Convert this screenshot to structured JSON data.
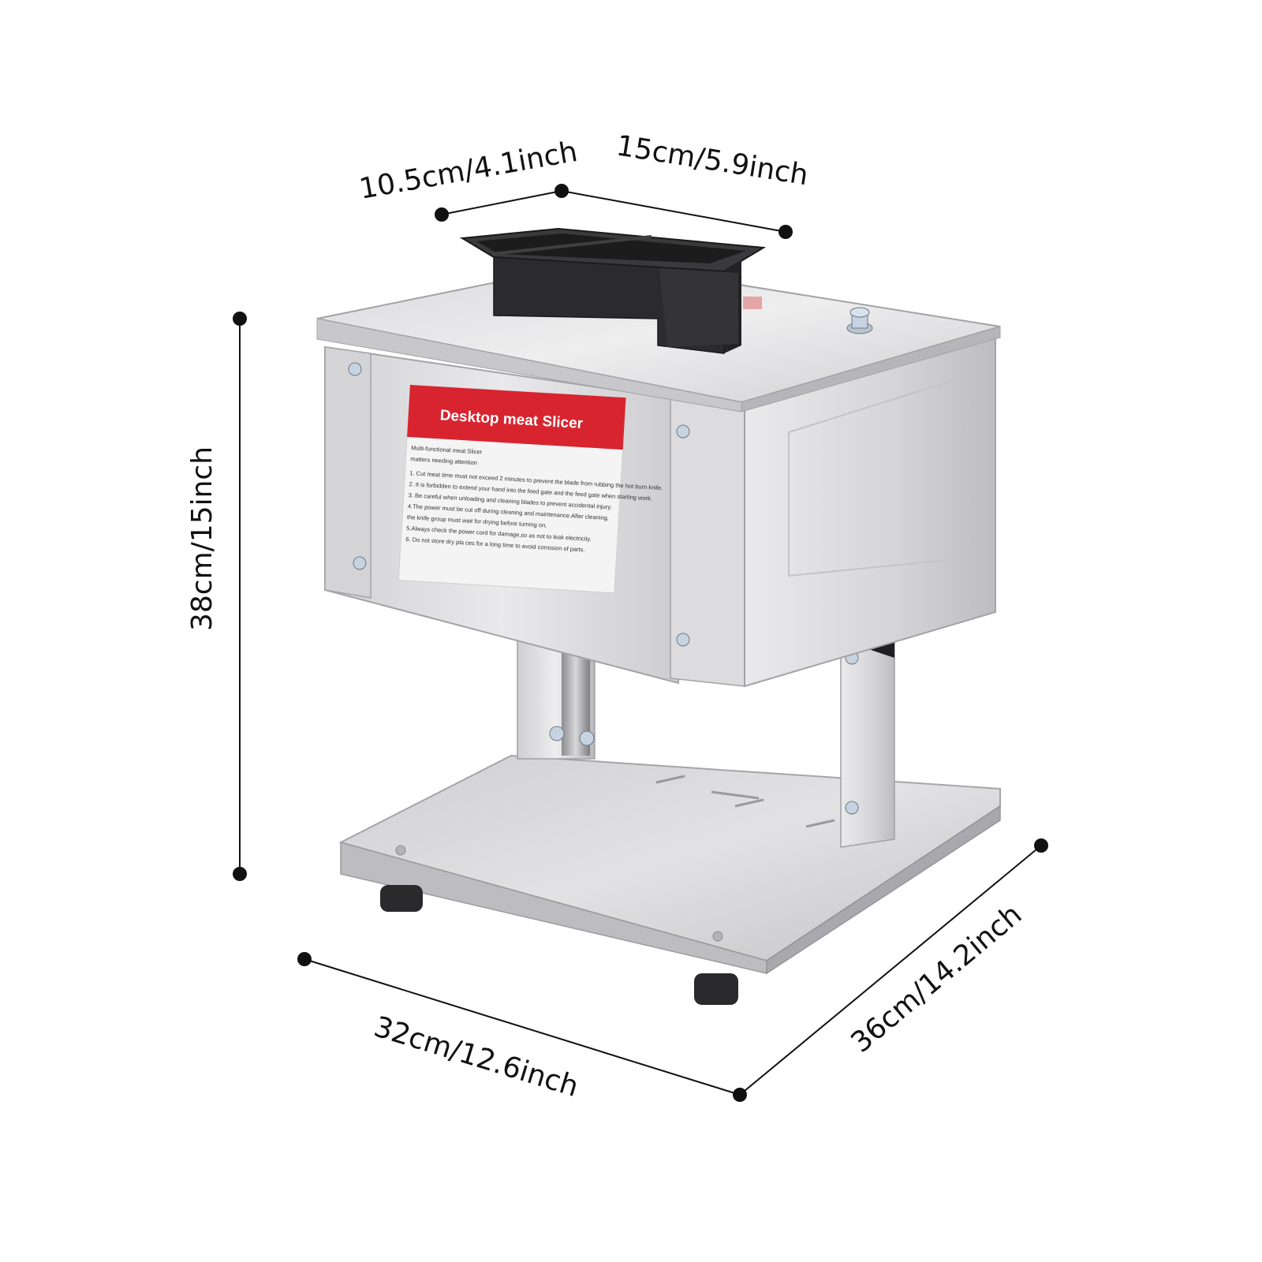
{
  "dimensions": {
    "hopper_width": "10.5cm/4.1inch",
    "hopper_length": "15cm/5.9inch",
    "height": "38cm/15inch",
    "width": "32cm/12.6inch",
    "depth": "36cm/14.2inch"
  },
  "product_label": {
    "title": "Desktop meat Slicer",
    "heading": "Multi-functional meat Slicer",
    "subheading": "matters needing attention",
    "lines": [
      "1. Cut meat time must not exceed 2 minutes to prevent the blade from rubbing the hot burn knife.",
      "2. It is forbidden to extend your hand into the feed gate and the feed gate when starting work.",
      "3. Be careful when unloading and cleaning blades to prevent accidental injury.",
      "4.The power must be cut off during cleaning and maintenance.After cleaning,",
      "the knife group must wait for drying before turning on.",
      "5.Always check the power cord for damage,so as not to leak electricity.",
      "6. Do not store dry pla ces for a long time to avoid corrosion of parts."
    ]
  },
  "colors": {
    "label_red": "#d8242f",
    "steel_light": "#e4e4e6",
    "steel_mid": "#c6c6c9",
    "steel_dark": "#9e9ea2",
    "hopper_black": "#2b2b2d",
    "dimension_line": "#111111"
  }
}
